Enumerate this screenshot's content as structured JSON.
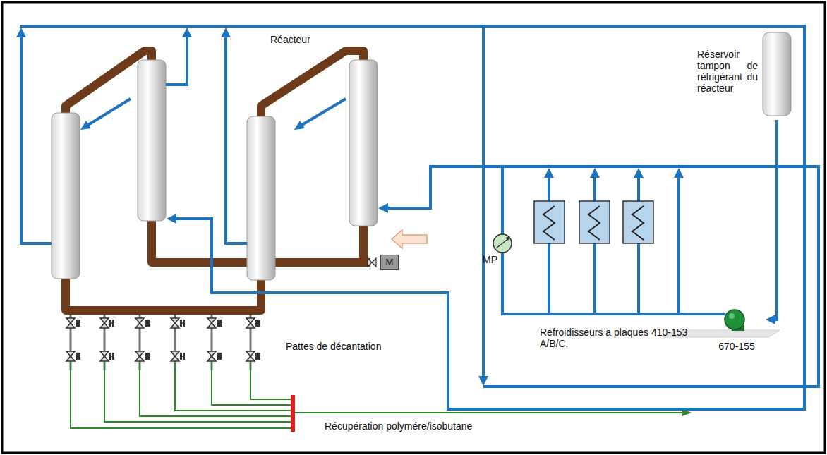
{
  "diagram": {
    "nodes": [
      {
        "text": [
          "Réservoir tampon de réfrigérant du réacteur"
        ]
      },
      {
        "text": [
          "670-155"
        ]
      },
      {
        "text": [
          "M"
        ]
      }
    ],
    "edges": [
      {
        "from": 0,
        "to": 1,
        "arrow": "to"
      }
    ],
    "labels": [
      "Réacteur",
      "Pattes de décantation",
      "Refroidisseurs a plaques 410-153 A/B/C.",
      "MP",
      "Récupération polymére/isobutane"
    ]
  }
}
